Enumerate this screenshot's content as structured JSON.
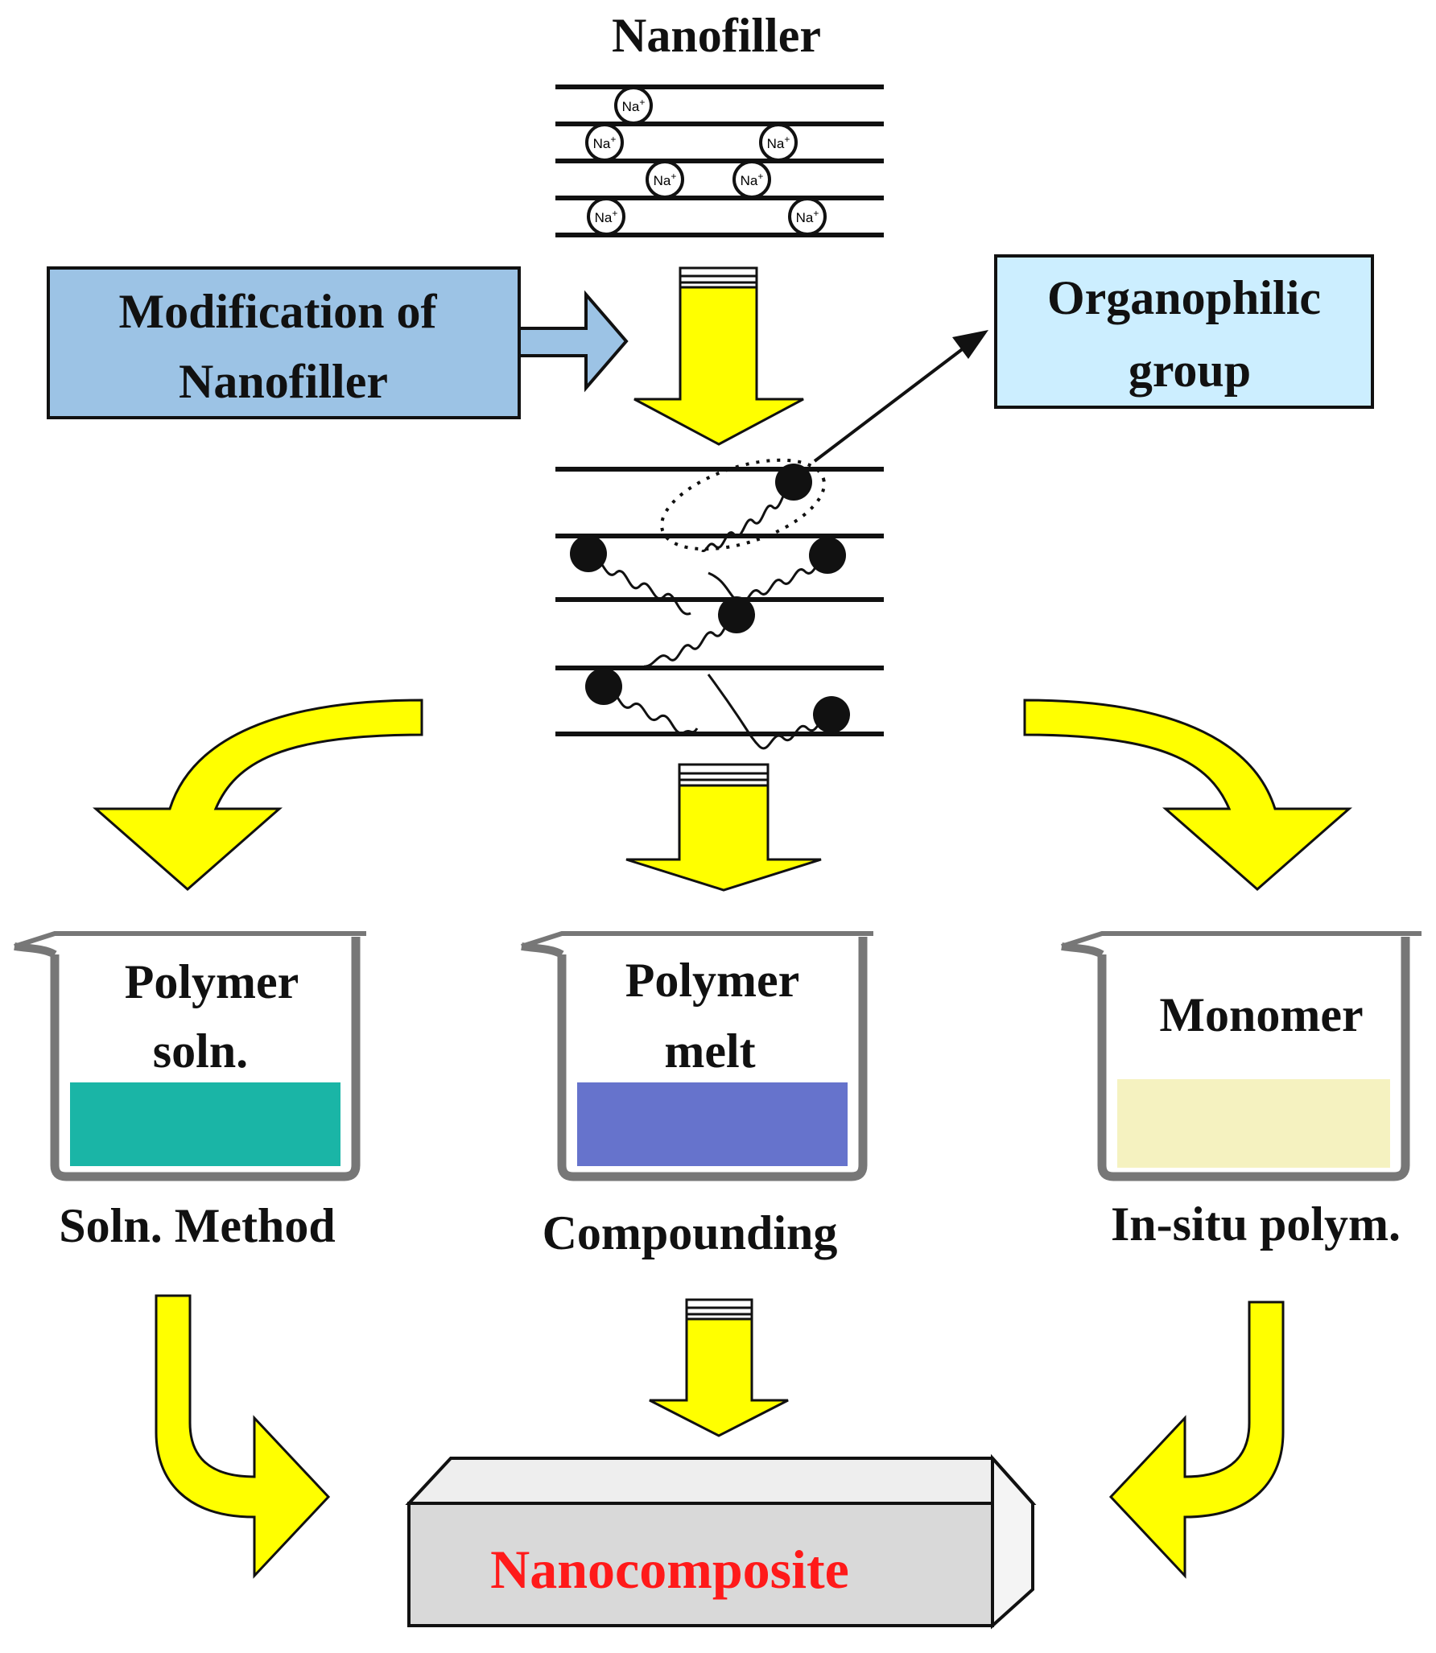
{
  "nanofiller": {
    "title": "Nanofiller",
    "ion_label": "Na+",
    "ion_count": 7
  },
  "modification_box": {
    "line1": "Modification of",
    "line2": "Nanofiller",
    "color": "#9CC3E5"
  },
  "organophilic_box": {
    "line1": "Organophilic",
    "line2": "group",
    "color": "#CCEEFF"
  },
  "beakers": [
    {
      "line1": "Polymer",
      "line2": "soln.",
      "liquid_color": "#1AB5A6",
      "method": "Soln. Method"
    },
    {
      "line1": "Polymer",
      "line2": "melt",
      "liquid_color": "#6673CC",
      "method": "Compounding"
    },
    {
      "line1": "Monomer",
      "line2": "",
      "liquid_color": "#F5F2C0",
      "method": "In-situ polym."
    }
  ],
  "result": {
    "label": "Nanocomposite",
    "text_color": "#FF1A1A",
    "box_color": "#D9D9D9"
  },
  "colors": {
    "arrow_fill": "#FFFF00",
    "outline": "#111111"
  }
}
